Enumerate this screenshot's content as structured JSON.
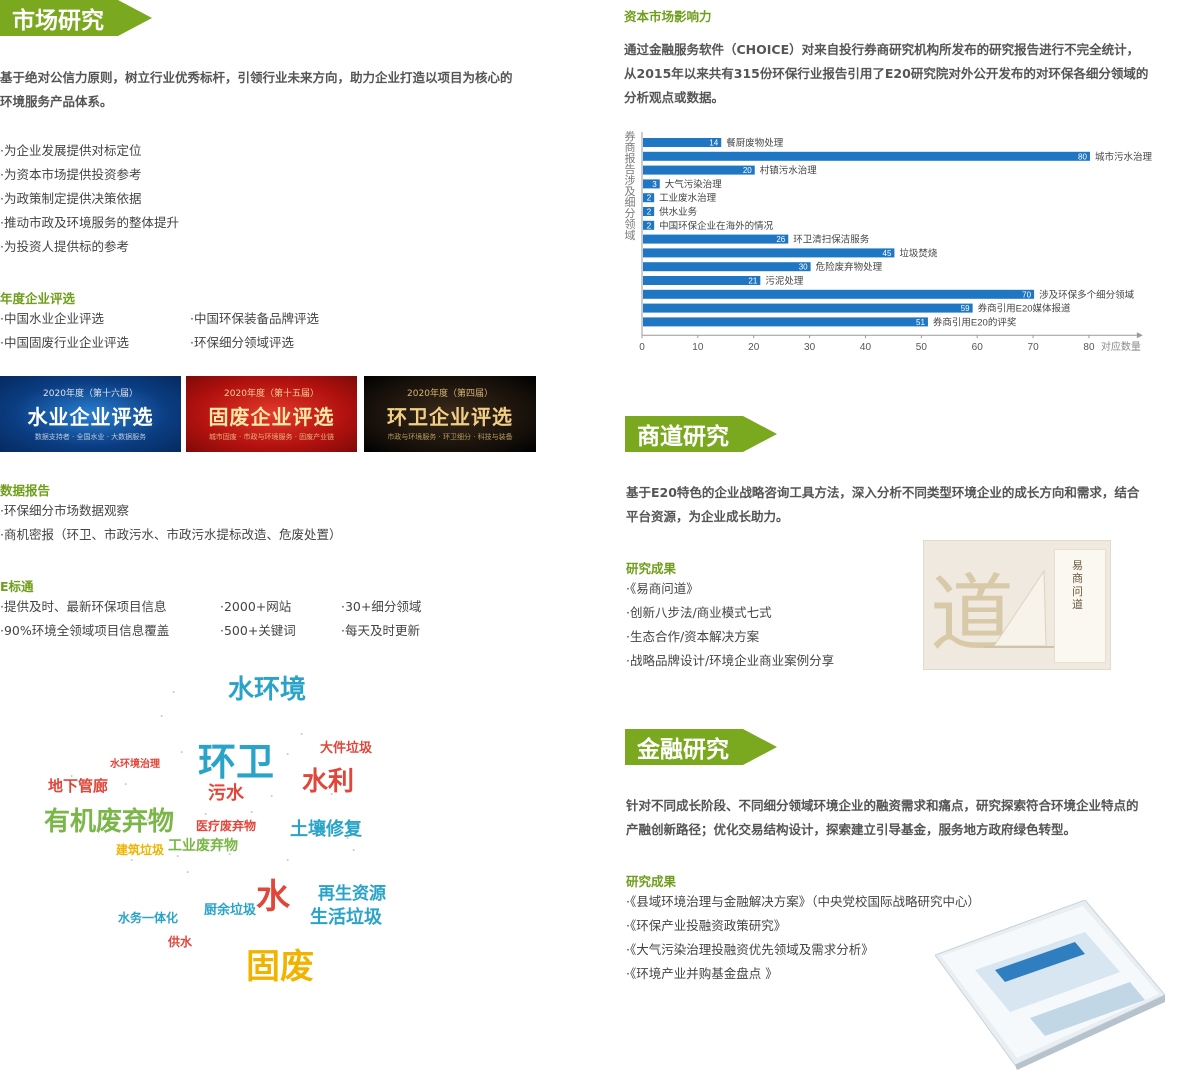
{
  "left": {
    "header": "市场研究",
    "intro": [
      "基于绝对公信力原则，树立行业优秀标杆，引领行业未来方向，助力企业打造以项目为核心的",
      "环境服务产品体系。"
    ],
    "bullets": [
      "·为企业发展提供对标定位",
      "·为资本市场提供投资参考",
      "·为政策制定提供决策依据",
      "·推动市政及环境服务的整体提升",
      "·为投资人提供标的参考"
    ],
    "annual": {
      "heading": "年度企业评选",
      "col1": [
        "·中国水业企业评选",
        "·中国固废行业企业评选"
      ],
      "col2": [
        "·中国环保装备品牌评选",
        "·环保细分领域评选"
      ]
    },
    "banners": [
      {
        "small": "2020年度（第十六届）",
        "big": "水业企业评选",
        "tiny": "数据支持者 · 全国水业 · 大数据服务"
      },
      {
        "small": "2020年度（第十五届）",
        "big": "固废企业评选",
        "tiny": "城市固废 · 市政与环境服务 · 固废产业链"
      },
      {
        "small": "2020年度（第四届）",
        "big": "环卫企业评选",
        "tiny": "市政与环境服务 · 环卫细分 · 科技与装备"
      }
    ],
    "data_report": {
      "heading": "数据报告",
      "items": [
        "·环保细分市场数据观察",
        "·商机密报（环卫、市政污水、市政污水提标改造、危废处置）"
      ]
    },
    "ebiaotong": {
      "heading": "E标通",
      "col1": [
        "·提供及时、最新环保项目信息",
        "·90%环境全领域项目信息覆盖"
      ],
      "col2": [
        "·2000+网站",
        "·500+关键词"
      ],
      "col3": [
        "·30+细分领域",
        "·每天及时更新"
      ]
    },
    "word_cloud": [
      {
        "text": "水环境",
        "color": "#2aa3c8"
      },
      {
        "text": "环卫",
        "color": "#2aa3c8"
      },
      {
        "text": "水利",
        "color": "#e0463a"
      },
      {
        "text": "大件垃圾",
        "color": "#e0463a"
      },
      {
        "text": "地下管廊",
        "color": "#e0463a"
      },
      {
        "text": "有机废弃物",
        "color": "#7ab648"
      },
      {
        "text": "污水",
        "color": "#e0463a"
      },
      {
        "text": "医疗废弃物",
        "color": "#e0463a"
      },
      {
        "text": "土壤修复",
        "color": "#2aa3c8"
      },
      {
        "text": "工业废弃物",
        "color": "#7ab648"
      },
      {
        "text": "建筑垃圾",
        "color": "#f0b400"
      },
      {
        "text": "水",
        "color": "#e0463a"
      },
      {
        "text": "再生资源",
        "color": "#2aa3c8"
      },
      {
        "text": "生活垃圾",
        "color": "#2aa3c8"
      },
      {
        "text": "厨余垃圾",
        "color": "#2aa3c8"
      },
      {
        "text": "水务一体化",
        "color": "#2aa3c8"
      },
      {
        "text": "供水",
        "color": "#e0463a"
      },
      {
        "text": "固废",
        "color": "#f0b400"
      },
      {
        "text": "水环境治理",
        "color": "#e0463a"
      }
    ]
  },
  "right": {
    "capital_heading": "资本市场影响力",
    "capital_text": [
      "通过金融服务软件（CHOICE）对来自投行券商研究机构所发布的研究报告进行不完全统计，",
      "从2015年以来共有315份环保行业报告引用了E20研究院对外公开发布的对环保各细分领域的",
      "分析观点或数据。"
    ],
    "shangdao": {
      "header": "商道研究",
      "intro": [
        "基于E20特色的企业战略咨询工具方法，深入分析不同类型环境企业的成长方向和需求，结合",
        "平台资源，为企业成长助力。"
      ],
      "results_heading": "研究成果",
      "results": [
        "·《易商问道》",
        "·创新八步法/商业模式七式",
        "·生态合作/资本解决方案",
        "·战略品牌设计/环境企业商业案例分享"
      ],
      "book_title": "易商问道"
    },
    "finance": {
      "header": "金融研究",
      "intro": [
        "针对不同成长阶段、不同细分领域环境企业的融资需求和痛点，研究探索符合环境企业特点的",
        "产融创新路径；优化交易结构设计，探索建立引导基金，服务地方政府绿色转型。"
      ],
      "results_heading": "研究成果",
      "results": [
        "·《县域环境治理与金融解决方案》（中央党校国际战略研究中心）",
        "·《环保产业投融资政策研究》",
        "·《大气污染治理投融资优先领域及需求分析》",
        "·《环境产业并购基金盘点 》"
      ]
    }
  },
  "chart_data": {
    "type": "bar",
    "orientation": "horizontal",
    "ylabel": "券商报告涉及细分领域",
    "xlabel": "对应数量",
    "xlim": [
      0,
      90
    ],
    "xticks": [
      0,
      10,
      20,
      30,
      40,
      50,
      60,
      70,
      80
    ],
    "bar_color": "#1f77c4",
    "categories": [
      "餐厨废物处理",
      "城市污水治理",
      "村镇污水治理",
      "大气污染治理",
      "工业废水治理",
      "供水业务",
      "中国环保企业在海外的情况",
      "环卫清扫保洁服务",
      "垃圾焚烧",
      "危险废弃物处理",
      "污泥处理",
      "涉及环保多个细分领域",
      "券商引用E20媒体报道",
      "券商引用E20的评奖"
    ],
    "values": [
      14,
      80,
      20,
      3,
      2,
      2,
      2,
      26,
      45,
      30,
      21,
      70,
      59,
      51
    ]
  }
}
